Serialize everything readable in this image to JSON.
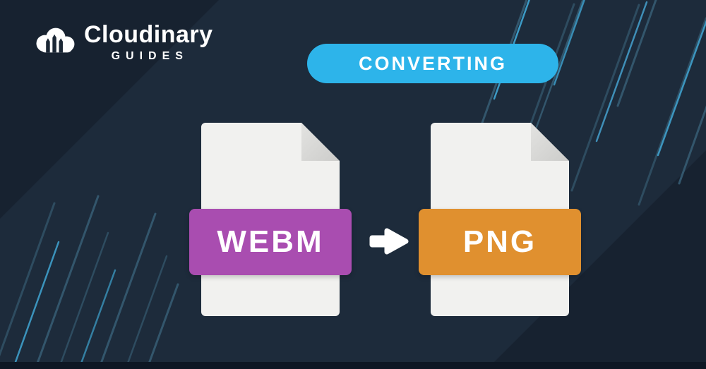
{
  "brand": {
    "name": "Cloudinary",
    "tagline": "GUIDES",
    "logo_icon": "cloudinary-cloud-icon"
  },
  "badge": {
    "label": "CONVERTING",
    "color": "#2db4ea"
  },
  "conversion": {
    "source": {
      "format": "WEBM",
      "banner_color": "#a94db0",
      "icon": "document-icon"
    },
    "target": {
      "format": "PNG",
      "banner_color": "#e0902f",
      "icon": "document-icon"
    },
    "arrow_icon": "arrow-right-icon"
  },
  "colors": {
    "background": "#1d2b3b",
    "corner_shade": "rgba(9,14,22,0.30)",
    "file_body": "#f1f1ef",
    "file_fold": "#d6d6d4",
    "footer_bar": "#0e1724",
    "text": "#ffffff",
    "deco_line_bright": "#45b7e8",
    "deco_line_dim": "#33566c"
  }
}
